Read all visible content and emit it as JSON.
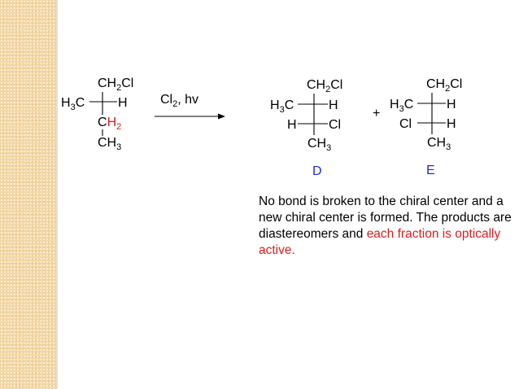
{
  "reactant": {
    "top": {
      "main": "CH",
      "sub": "2",
      "tail": "Cl"
    },
    "left": {
      "main": "H",
      "sub": "3",
      "tail": "C"
    },
    "right": "H",
    "below": {
      "main": "C",
      "red": "H",
      "sub": "2"
    },
    "bottom": {
      "main": "CH",
      "sub": "3"
    }
  },
  "reagent": {
    "main": "Cl",
    "sub": "2",
    "tail": ", hv"
  },
  "product_d": {
    "top": {
      "main": "CH",
      "sub": "2",
      "tail": "Cl"
    },
    "row1_left": {
      "main": "H",
      "sub": "3",
      "tail": "C"
    },
    "row1_right": "H",
    "row2_left": "H",
    "row2_right": "Cl",
    "bottom": {
      "main": "CH",
      "sub": "3"
    },
    "label": "D"
  },
  "plus": "+",
  "product_e": {
    "top": {
      "main": "CH",
      "sub": "2",
      "tail": "Cl"
    },
    "row1_left": {
      "main": "H",
      "sub": "3",
      "tail": "C"
    },
    "row1_right": "H",
    "row2_left": "Cl",
    "row2_right": "H",
    "bottom": {
      "main": "CH",
      "sub": "3"
    },
    "label": "E"
  },
  "note": {
    "black": "No bond is broken to the chiral center and a new chiral center is formed.  The products are diastereomers and ",
    "red": "each fraction is optically active."
  },
  "colors": {
    "highlight_red": "#e31a1a",
    "label_blue": "#1f2bd6",
    "side_band": "#f3d8a6"
  }
}
